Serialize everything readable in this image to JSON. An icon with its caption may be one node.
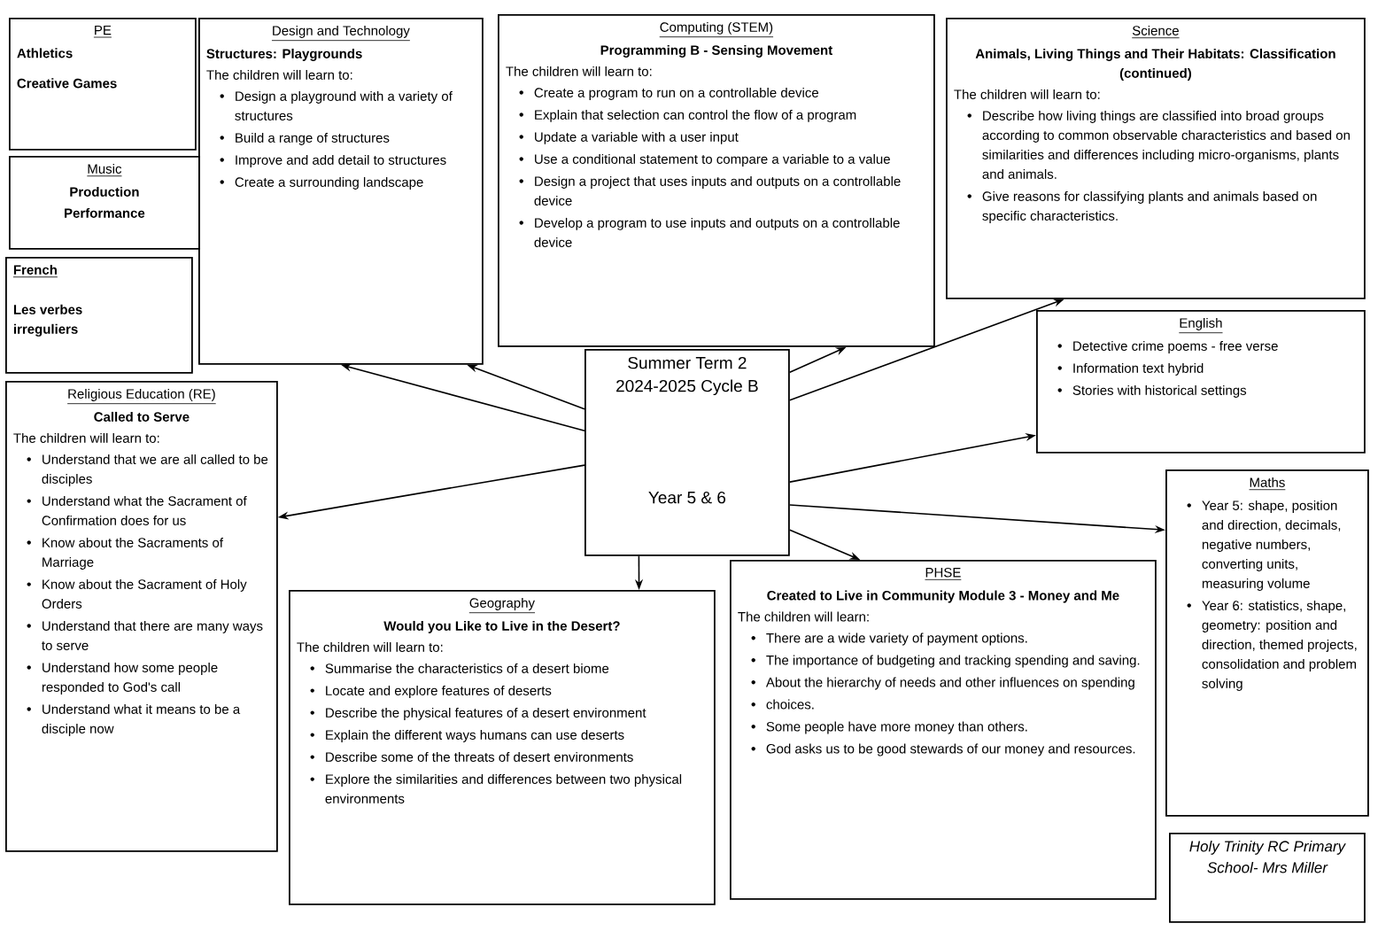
{
  "diagram": {
    "nodes": [
      {
        "text": [
          "PE",
          "Athletics",
          "Creative Games"
        ]
      },
      {
        "text": [
          "Design and Technology",
          "Structures: Playgrounds",
          "The children will learn to:",
          "Design a playground with a variety of structures",
          "Build a range of structures",
          "Improve and add detail to structures",
          "Create a surrounding landscape"
        ]
      },
      {
        "text": [
          "Computing (STEM)",
          "Programming B - Sensing Movement",
          "The children will learn to:",
          "Create a program to run on a controllable device",
          "Explain that selection can control the flow of a program",
          "Update a variable with a user input",
          "Use a conditional statement to compare a variable to a value",
          "Design a project that uses inputs and outputs on a controllable device",
          "Develop a program to use inputs and outputs on a controllable device"
        ]
      },
      {
        "text": [
          "Science",
          "Animals, Living Things and Their Habitats: Classification (continued)",
          "The children will learn to:",
          "Describe how living things are classified into broad groups according to common observable characteristics and based on similarities and differences including micro-organisms, plants and animals.",
          "Give reasons for classifying plants and animals based on specific characteristics."
        ]
      },
      {
        "text": [
          "Music",
          "Production",
          "Performance"
        ]
      },
      {
        "text": [
          "French",
          "Les verbes irreguliers"
        ]
      },
      {
        "text": [
          "English",
          "Detective crime poems - free verse",
          "Information text hybrid",
          "Stories with historical settings"
        ]
      },
      {
        "text": [
          "Religious Education (RE)",
          "Called to Serve",
          "The children will learn to:",
          "Understand that we are all called to be disciples",
          "Understand what the Sacrament of Confirmation does for us",
          "Know about the Sacraments of Marriage",
          "Know about the Sacrament of Holy Orders",
          "Understand that there are many ways to serve",
          "Understand how some people responded to God's call",
          "Understand what it means to be a disciple now"
        ]
      },
      {
        "text": [
          "Summer Term 2 2024-2025 Cycle B",
          "Year 5 & 6"
        ]
      },
      {
        "text": [
          "Maths",
          "Year 5: shape, position and direction, decimals, negative numbers, converting units, measuring volume",
          "Year 6: statistics, shape, geometry: position and direction, themed projects, consolidation and problem solving"
        ]
      },
      {
        "text": [
          "Geography",
          "Would you Like to Live in the Desert?",
          "The children will learn to:",
          "Summarise the characteristics of a desert biome",
          "Locate and explore features of deserts",
          "Describe the physical features of a desert environment",
          "Explain the different ways humans can use deserts",
          "Describe some of the threats of desert environments",
          "Explore the similarities and differences between two physical environments"
        ]
      },
      {
        "text": [
          "PHSE",
          "Created to Live in Community Module 3 - Money and Me",
          "The children will learn:",
          "There are a wide variety of payment options.",
          "The importance of budgeting and tracking spending and saving.",
          "About the hierarchy of needs and other influences on spending",
          "choices.",
          "Some people have more money than others.",
          "God asks us to be good stewards of our money and resources."
        ]
      },
      {
        "text": [
          "Holy Trinity RC Primary School- Mrs Miller"
        ]
      }
    ],
    "edges": [
      {
        "from": 8,
        "to": 1,
        "arrow": "to"
      },
      {
        "from": 8,
        "to": 1,
        "arrow": "to"
      },
      {
        "from": 8,
        "to": 7,
        "arrow": "to"
      },
      {
        "from": 8,
        "to": 10,
        "arrow": "to"
      },
      {
        "from": 8,
        "to": 11,
        "arrow": "to"
      },
      {
        "from": 8,
        "to": 9,
        "arrow": "to"
      },
      {
        "from": 8,
        "to": 6,
        "arrow": "to"
      },
      {
        "from": 8,
        "to": 3,
        "arrow": "to"
      },
      {
        "from": 8,
        "to": 2,
        "arrow": "to"
      }
    ]
  }
}
